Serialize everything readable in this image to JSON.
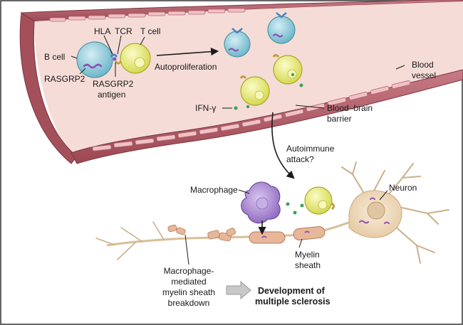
{
  "labels": {
    "hla": "HLA",
    "tcr": "TCR",
    "t_cell": "T cell",
    "b_cell": "B cell",
    "rasgrp2": "RASGRP2",
    "rasgrp2_antigen_l1": "RASGRP2",
    "rasgrp2_antigen_l2": "antigen",
    "autoproliferation": "Autoproliferation",
    "blood_vessel_l1": "Blood",
    "blood_vessel_l2": "vessel",
    "ifn_gamma": "IFN-γ",
    "bbb_l1": "Blood–brain",
    "bbb_l2": "barrier",
    "autoimmune_l1": "Autoimmune",
    "autoimmune_l2": "attack?",
    "macrophage": "Macrophage",
    "neuron": "Neuron",
    "myelin_l1": "Myelin",
    "myelin_l2": "sheath",
    "breakdown_l1": "Macrophage-",
    "breakdown_l2": "mediated",
    "breakdown_l3": "myelin sheath",
    "breakdown_l4": "breakdown",
    "ms_l1": "Development of",
    "ms_l2": "multiple sclerosis"
  },
  "colors": {
    "vessel_wall": "#b5606b",
    "vessel_inner": "#f3d4cf",
    "b_cell": "#9fd3e0",
    "t_cell": "#eef08a",
    "macrophage": "#b79ad6",
    "neuron": "#f0dcc0",
    "myelin": "#e8b79a",
    "ifn_dot": "#3aa35a",
    "antigen": "#8b4fb3"
  }
}
